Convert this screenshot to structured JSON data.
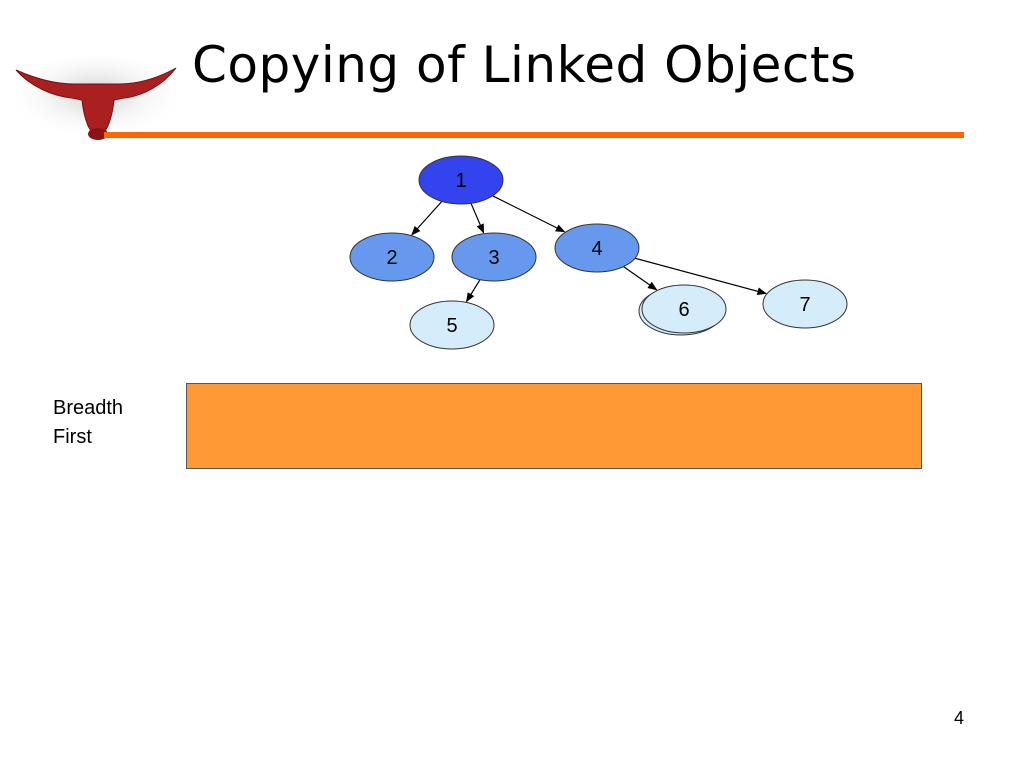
{
  "slide": {
    "title": "Copying of Linked Objects",
    "page_number": "4",
    "accent_color": "#ff6600",
    "logo_icon": "longhorn-logo-icon"
  },
  "diagram": {
    "nodes": [
      {
        "id": "1",
        "label": "1",
        "fill": "#3344ee"
      },
      {
        "id": "2",
        "label": "2",
        "fill": "#6699ee"
      },
      {
        "id": "3",
        "label": "3",
        "fill": "#6699ee"
      },
      {
        "id": "4",
        "label": "4",
        "fill": "#6699ee"
      },
      {
        "id": "5",
        "label": "5",
        "fill": "#d5ecfb"
      },
      {
        "id": "6",
        "label": "6",
        "fill": "#d5ecfb"
      },
      {
        "id": "7",
        "label": "7",
        "fill": "#d5ecfb"
      }
    ],
    "edges": [
      {
        "from": "1",
        "to": "2"
      },
      {
        "from": "1",
        "to": "3"
      },
      {
        "from": "1",
        "to": "4"
      },
      {
        "from": "3",
        "to": "5"
      },
      {
        "from": "4",
        "to": "6"
      },
      {
        "from": "4",
        "to": "7"
      }
    ]
  },
  "traversal": {
    "label_line1": "Breadth",
    "label_line2": "First",
    "box_color": "#ff9933"
  }
}
